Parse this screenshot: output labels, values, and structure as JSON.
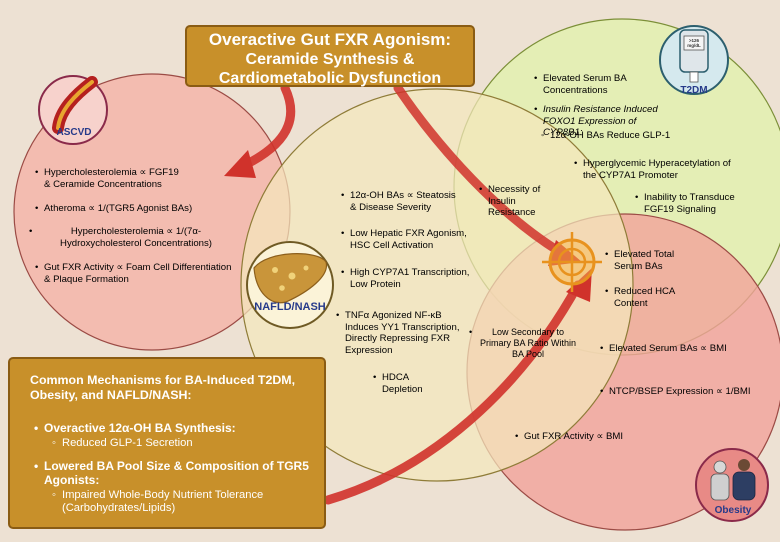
{
  "title": {
    "line1": "Overactive Gut FXR Agonism:",
    "line2": "Ceramide Synthesis &",
    "line3": "Cardiometabolic Dysfunction"
  },
  "circles": {
    "ascvd": {
      "label": "ASCVD",
      "color": "#f3b8ad",
      "items": [
        "Hypercholesterolemia ∝ FGF19 & Ceramide Concentrations",
        "Atheroma ∝ 1/(TGR5 Agonist BAs)",
        "Hypercholesterolemia ∝ 1/(7α-Hydroxycholesterol Concentrations)",
        "Gut FXR Activity ∝ Foam Cell Differentiation & Plaque Formation"
      ]
    },
    "nafld": {
      "label": "NAFLD/NASH",
      "color": "#f4e8bd",
      "items": [
        "12α-OH BAs ∝ Steatosis & Disease Severity",
        "Low Hepatic FXR Agonism, HSC Cell Activation",
        "High CYP7A1 Transcription, Low Protein",
        "TNFα Agonized NF-κB Induces YY1 Transcription, Directly Repressing FXR Expression",
        "HDCA Depletion"
      ]
    },
    "t2dm": {
      "label": "T2DM",
      "color": "#e2efb1",
      "items": [
        "Elevated Serum BA Concentrations",
        "Insulin Resistance Induced FOXO1 Expression of CYP8B1:",
        "Hyperglycemic Hyperacetylation of the CYP7A1 Promoter",
        "Inability to Transduce FGF19 Signaling"
      ],
      "sub_item": "12α-OH BAs Reduce GLP-1",
      "meter_text": ">126 mg/dL"
    },
    "obesity": {
      "label": "Obesity",
      "color": "#f1a39b",
      "items": [
        "Elevated Serum BAs ∝ BMI",
        "NTCP/BSEP Expression ∝ 1/BMI",
        "Gut FXR Activity ∝ BMI"
      ]
    }
  },
  "overlaps": {
    "nafld_t2dm": "Necessity of Insulin Resistance",
    "t2dm_obesity_1": "Elevated Total Serum BAs",
    "t2dm_obesity_2": "Reduced HCA Content",
    "nafld_obesity": "Low Secondary to Primary BA Ratio Within BA Pool"
  },
  "mechanisms": {
    "title": "Common Mechanisms for BA-Induced T2DM, Obesity, and NAFLD/NASH:",
    "item1": "Overactive 12α-OH BA Synthesis:",
    "item1_sub": "Reduced GLP-1 Secretion",
    "item2": "Lowered BA Pool Size & Composition of TGR5 Agonists:",
    "item2_sub": "Impaired Whole-Body Nutrient Tolerance (Carbohydrates/Lipids)"
  },
  "colors": {
    "background": "#ede1d3",
    "accent_gold": "#c8902a",
    "arrow_red": "#d0322b",
    "label_blue": "#263a8a",
    "target_orange": "#e8921e"
  },
  "icons": {
    "ascvd": "artery-plaque-icon",
    "nafld": "fatty-liver-icon",
    "t2dm": "glucose-meter-icon",
    "obesity": "people-icon",
    "target": "crosshair-target-icon"
  }
}
